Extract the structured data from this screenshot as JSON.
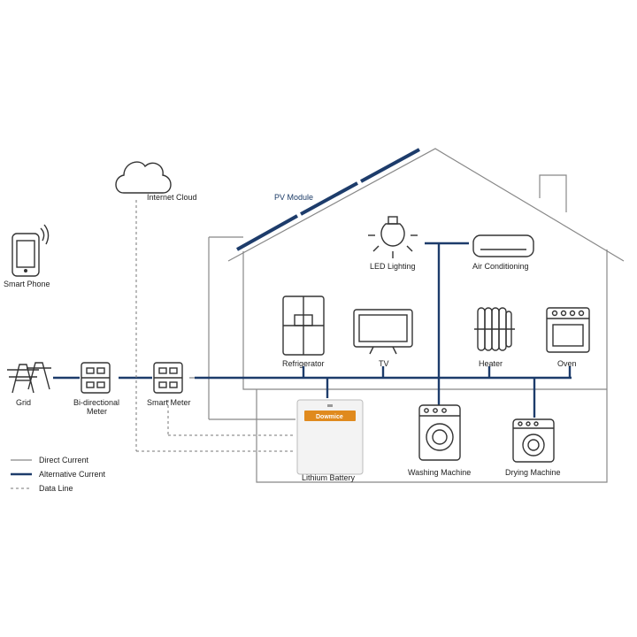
{
  "labels": {
    "internet_cloud": "Internet Cloud",
    "pv_module": "PV Module",
    "smart_phone": "Smart Phone",
    "led_lighting": "LED Lighting",
    "air_conditioning": "Air Conditioning",
    "refrigerator": "Refrigerator",
    "tv": "TV",
    "heater": "Heater",
    "oven": "Oven",
    "grid": "Grid",
    "bidirectional_meter_line1": "Bi-directional",
    "bidirectional_meter_line2": "Meter",
    "smart_meter": "Smart Meter",
    "battery": "Lithium Battery",
    "battery_brand": "Dowmice",
    "washing_machine": "Washing Machine",
    "drying_machine": "Drying Machine"
  },
  "legend": {
    "direct_current": "Direct Current",
    "alternative_current": "Alternative Current",
    "data_line": "Data Line"
  },
  "colors": {
    "ac_line": "#1d3c6b",
    "dc_line": "#888888",
    "data_line": "#777777",
    "pv_panel": "#1d3c6b",
    "battery_brand": "#e08a1e"
  }
}
